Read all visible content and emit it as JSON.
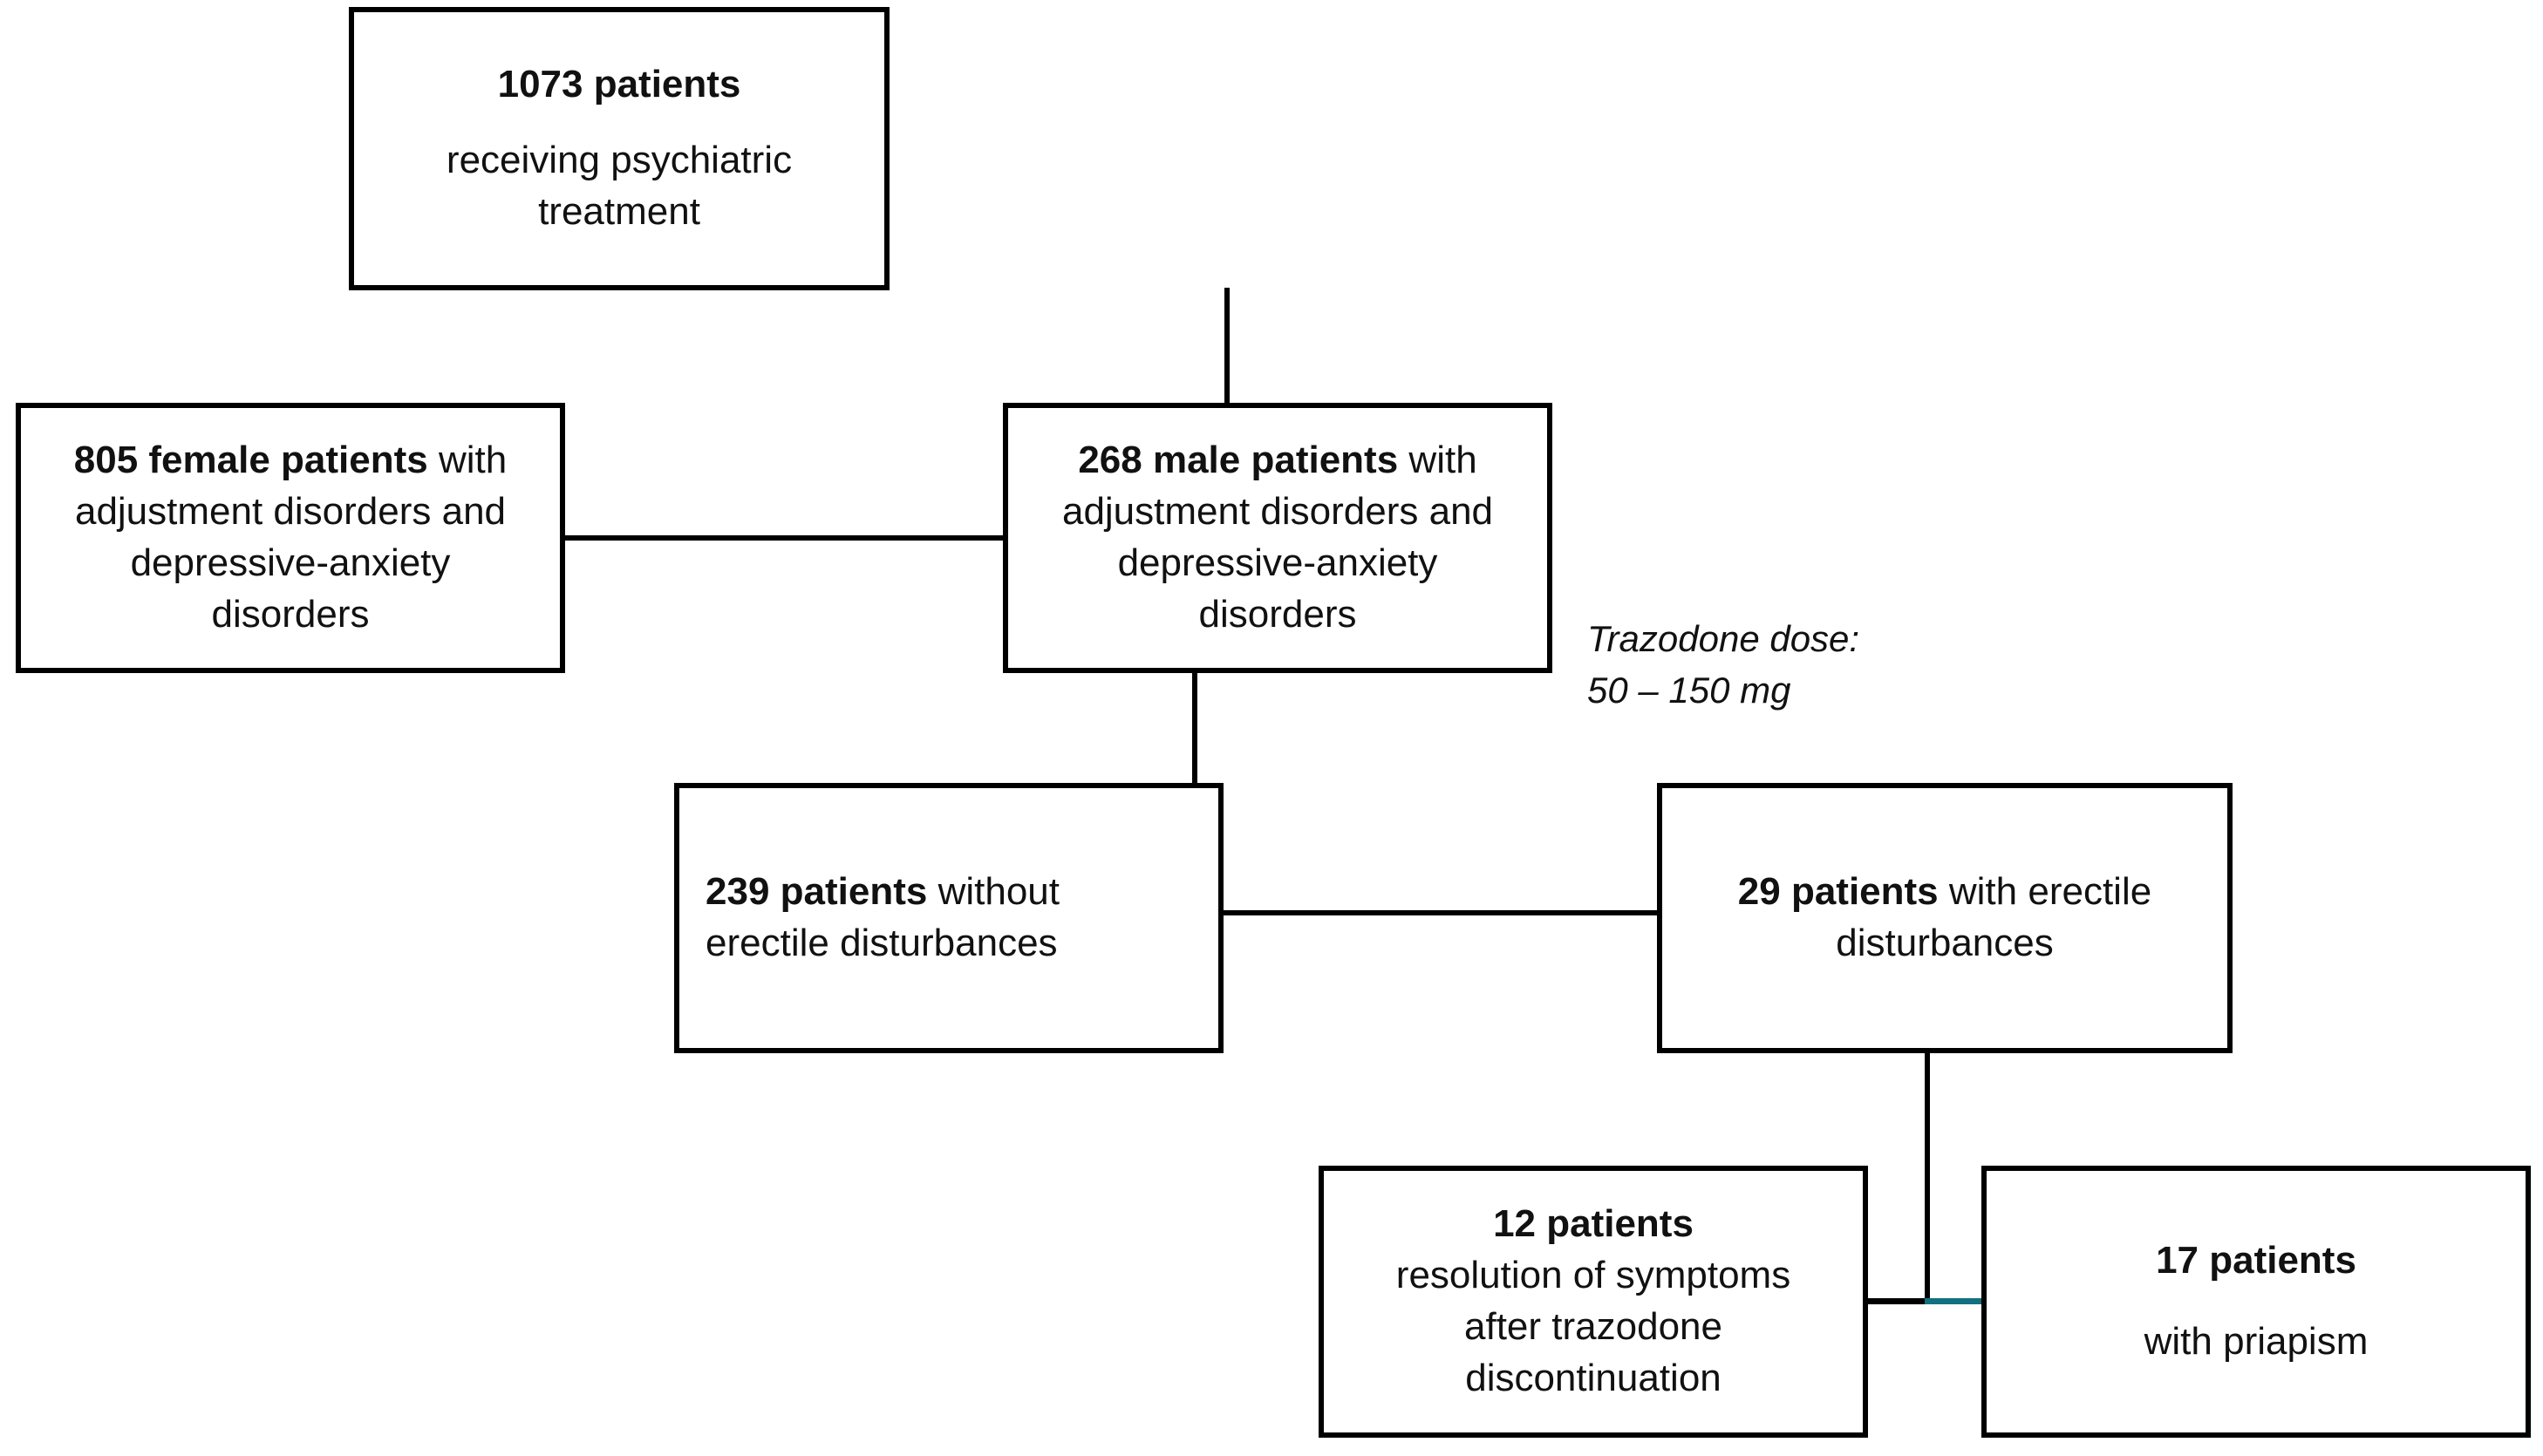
{
  "diagram": {
    "type": "patient-flow-flowchart",
    "nodes": [
      {
        "id": "total-patients",
        "bold_text": "1073 patients",
        "rest_line1": "receiving psychiatric",
        "rest_line2": "treatment"
      },
      {
        "id": "female-patients",
        "bold_text": "805 female patients",
        "rest_line1": " with",
        "rest_line2": "adjustment disorders and",
        "rest_line3": "depressive-anxiety",
        "rest_line4": "disorders"
      },
      {
        "id": "male-patients",
        "bold_text": "268 male patients",
        "rest_line1": " with",
        "rest_line2": "adjustment disorders and",
        "rest_line3": "depressive-anxiety",
        "rest_line4": "disorders"
      },
      {
        "id": "without-erectile-disturbances",
        "bold_text": "239 patients",
        "rest_line1": " without",
        "rest_line2": "erectile disturbances"
      },
      {
        "id": "with-erectile-disturbances",
        "bold_text": "29 patients",
        "rest_line1": " with erectile",
        "rest_line2": "disturbances"
      },
      {
        "id": "resolution-after-discontinuation",
        "bold_text": "12 patients",
        "rest_line1": "resolution of symptoms",
        "rest_line2": "after trazodone",
        "rest_line3": "discontinuation"
      },
      {
        "id": "priapism",
        "bold_text": "17 patients",
        "rest_line1": "with priapism"
      }
    ],
    "annotation": {
      "line1": "Trazodone dose:",
      "line2": "50 – 150 mg"
    },
    "colors": {
      "box_border": "#000000",
      "connector": "#000000",
      "connector_accent": "#12707f",
      "text": "#111111",
      "background": "#ffffff"
    }
  }
}
